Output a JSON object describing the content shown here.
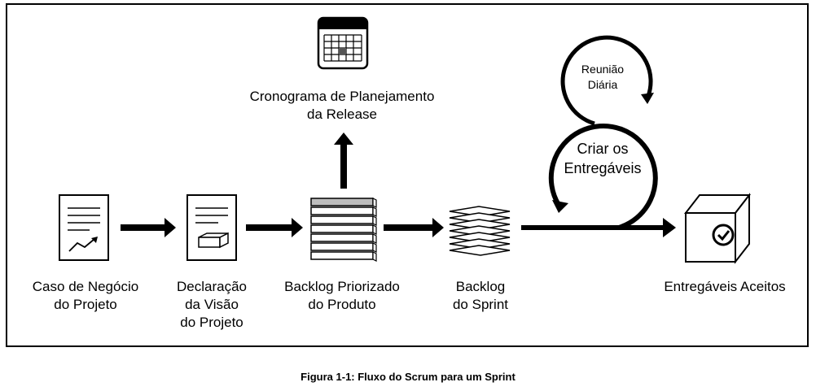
{
  "labels": {
    "business_case": [
      "Caso de Negócio",
      "do Projeto"
    ],
    "vision_statement": [
      "Declaração",
      "da Visão",
      "do Projeto"
    ],
    "prioritized_backlog": [
      "Backlog Priorizado",
      "do Produto"
    ],
    "release_schedule": [
      "Cronograma de Planejamento",
      "da Release"
    ],
    "sprint_backlog": [
      "Backlog",
      "do Sprint"
    ],
    "daily_meeting": [
      "Reunião",
      "Diária"
    ],
    "create_deliverables": [
      "Criar os",
      "Entregáveis"
    ],
    "accepted_deliverables": [
      "Entregáveis Aceitos"
    ]
  },
  "caption": "Figura 1-1: Fluxo do Scrum para um Sprint",
  "colors": {
    "stroke": "#000000",
    "highlight": "#bdbdbd"
  }
}
